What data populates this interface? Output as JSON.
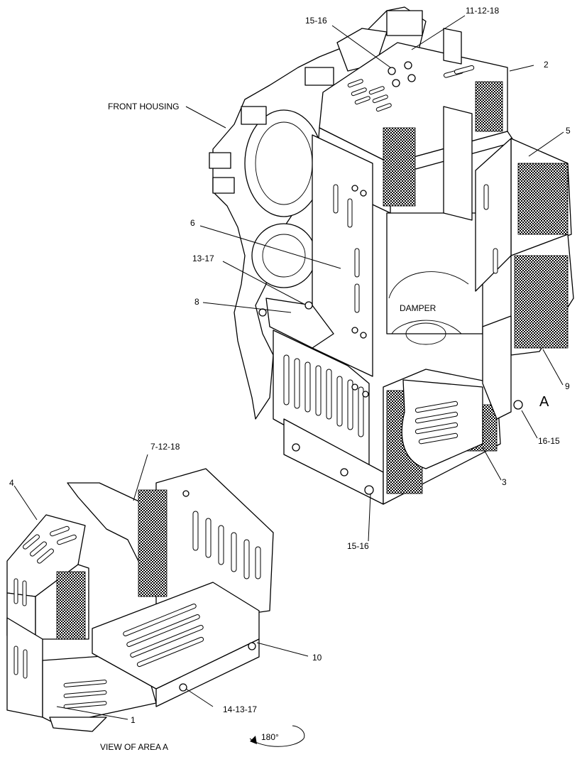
{
  "callouts": {
    "c15_16_top": "15-16",
    "c11_12_18": "11-12-18",
    "c2": "2",
    "c5": "5",
    "front_housing": "FRONT HOUSING",
    "c6": "6",
    "c13_17": "13-17",
    "c8": "8",
    "damper": "DAMPER",
    "c9": "9",
    "area_letter": "A",
    "c16_15": "16-15",
    "c3": "3",
    "c15_16_bottom": "15-16",
    "c7_12_18": "7-12-18",
    "c4": "4",
    "c10": "10",
    "c14_13_17": "14-13-17",
    "c1": "1",
    "rotation": "180°",
    "view_caption": "VIEW OF AREA  A"
  },
  "colors": {
    "line": "#000000",
    "background": "#ffffff"
  }
}
